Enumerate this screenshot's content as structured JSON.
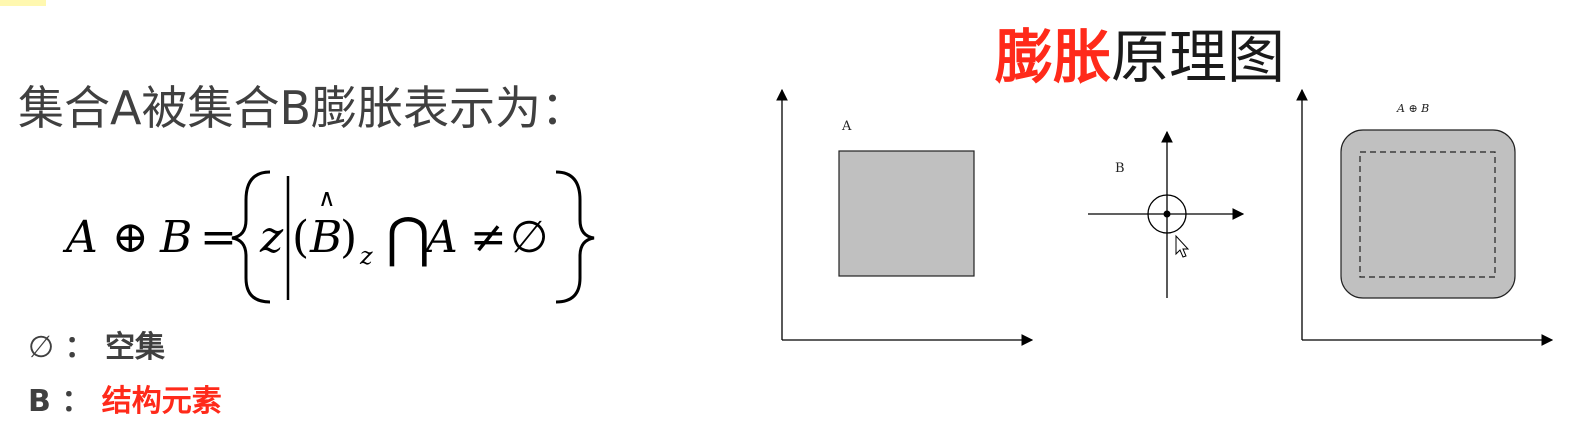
{
  "left": {
    "heading": "集合A被集合B膨胀表示为：",
    "formula": {
      "lhs_A": "A",
      "oplus": "⊕",
      "lhs_B": "B",
      "equals": "=",
      "z": "z",
      "hat": "∧",
      "B": "B",
      "sub_z": "z",
      "cap": "⋂",
      "A": "A",
      "neq": "≠",
      "empty": "∅"
    },
    "legend": [
      {
        "symbol": "∅",
        "sep": "：",
        "text": "空集"
      },
      {
        "symbol": "B",
        "sep": "：",
        "text": "结构元素"
      }
    ]
  },
  "diagram": {
    "title_highlight": "膨胀",
    "title_rest": "原理图",
    "panel1_label": "A",
    "panel2_label": "B",
    "panel3_label": "A ⊕ B",
    "colors": {
      "fill": "#c0c0c0",
      "highlight": "#ff2a1a",
      "text": "#404040"
    }
  }
}
